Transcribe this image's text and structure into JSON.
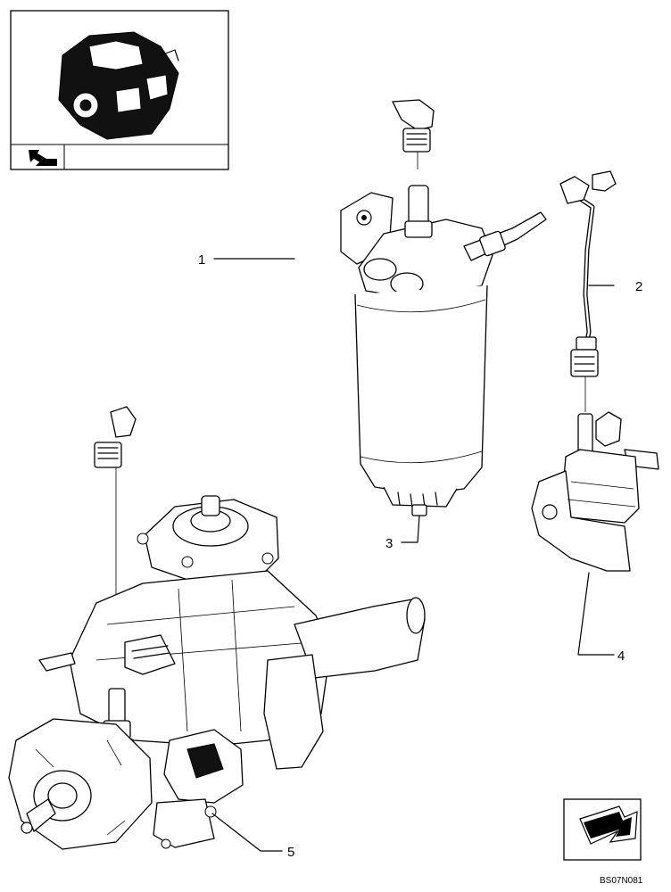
{
  "diagram": {
    "callouts": [
      {
        "id": "1",
        "label": "1"
      },
      {
        "id": "2",
        "label": "2"
      },
      {
        "id": "3",
        "label": "3"
      },
      {
        "id": "4",
        "label": "4"
      },
      {
        "id": "5",
        "label": "5"
      }
    ],
    "drawing_code": "BS07N081",
    "icons": {
      "thumbnail": "engine-thumbnail-icon",
      "nav": "navigation-arrow-icon",
      "corner": "corner-arrow-icon"
    }
  }
}
